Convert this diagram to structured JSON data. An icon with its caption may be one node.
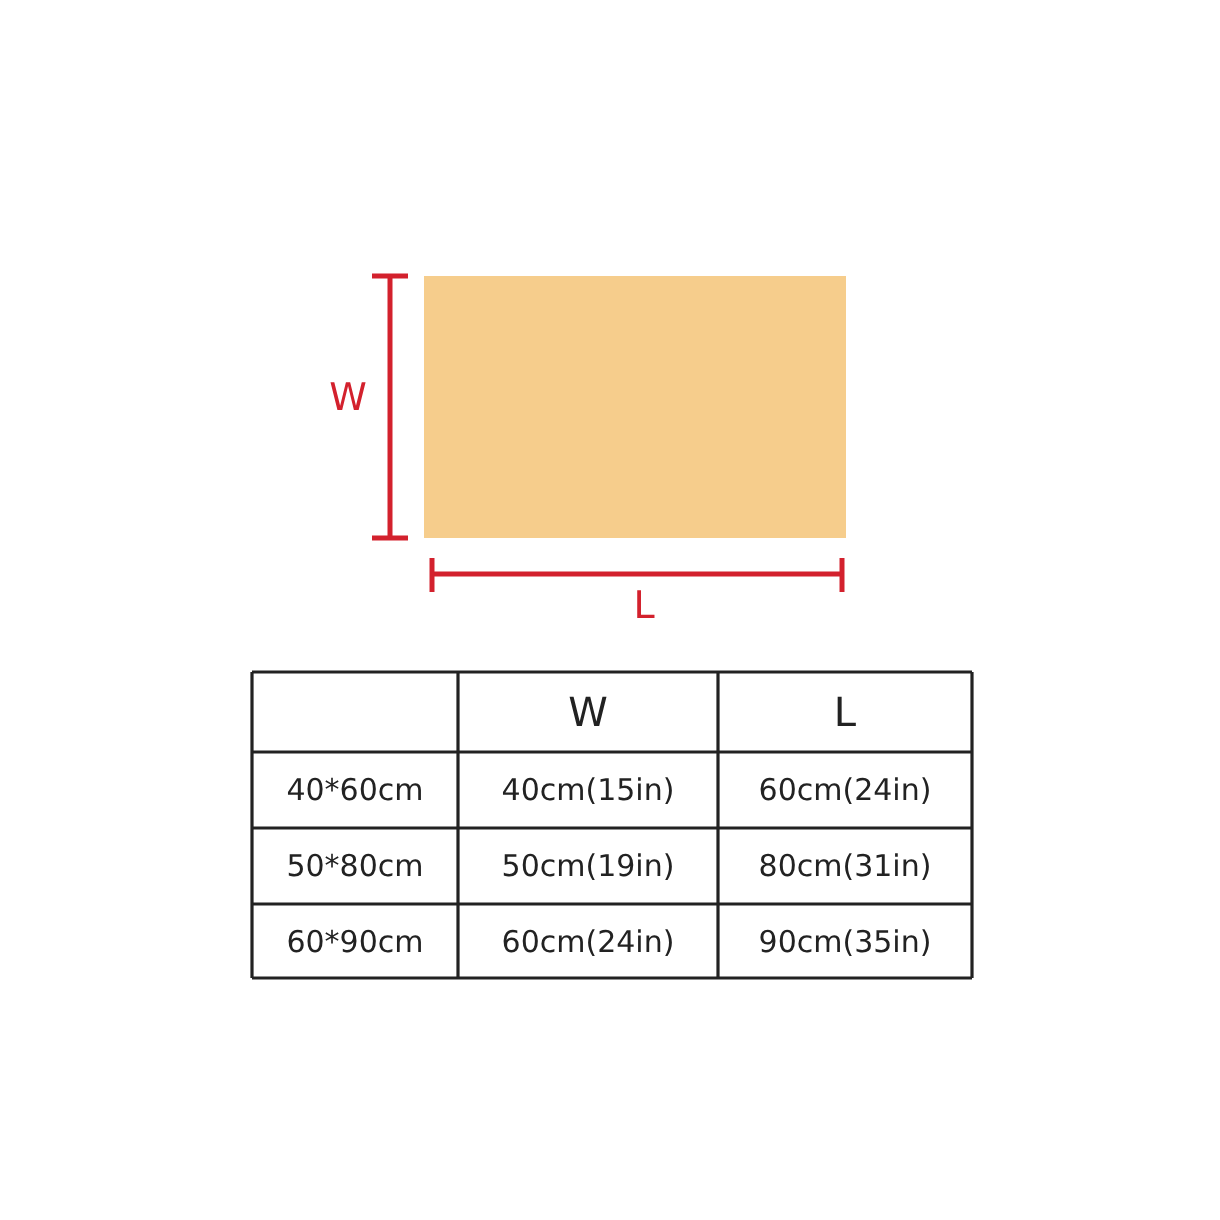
{
  "diagram": {
    "nodes": [
      {
        "text": [],
        "shape": "box"
      }
    ],
    "labels": [
      "W",
      "L",
      "W",
      "L",
      "40*60cm",
      "40cm(15in)",
      "60cm(24in)",
      "50*80cm",
      "50cm(19in)",
      "80cm(31in)",
      "60*90cm",
      "60cm(24in)",
      "90cm(35in)"
    ]
  }
}
